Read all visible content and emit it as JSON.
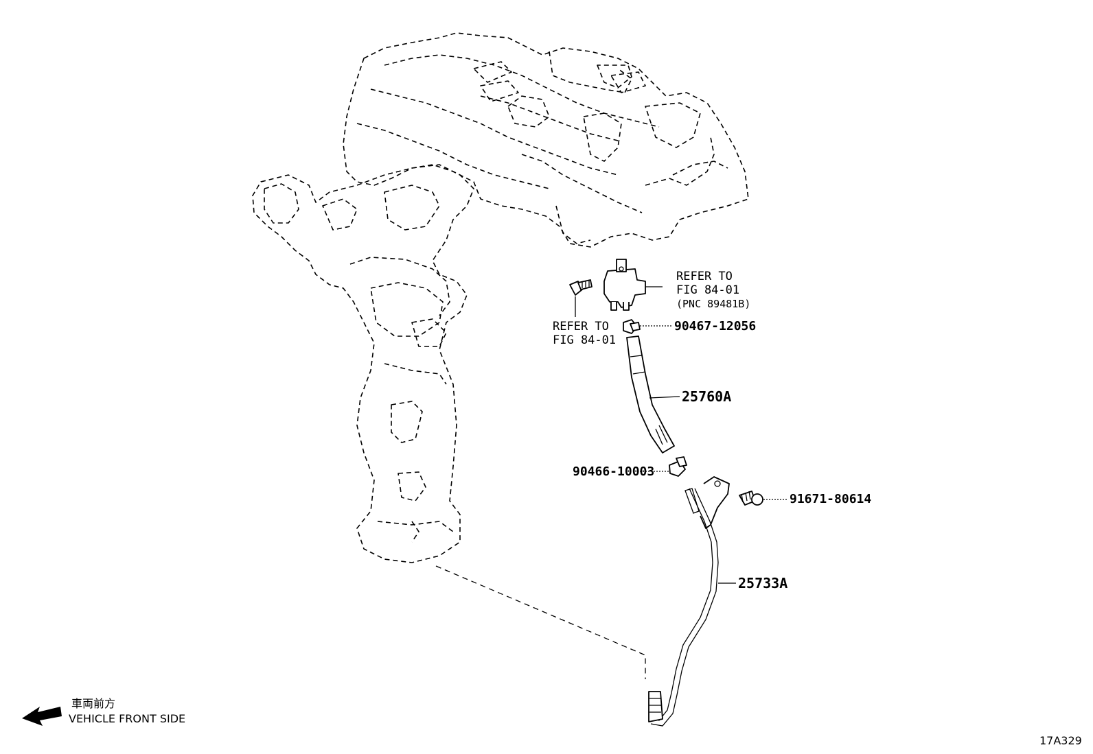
{
  "labels": {
    "refer_top_line1": "REFER TO",
    "refer_top_line2": "FIG 84-01",
    "refer_top_line3": "(PNC 89481B)",
    "refer_left_line1": "REFER TO",
    "refer_left_line2": "FIG 84-01",
    "part_clip_top": "90467-12056",
    "part_hose": "25760A",
    "part_clip_bottom": "90466-10003",
    "part_bolt": "91671-80614",
    "part_pipe": "25733A"
  },
  "legend": {
    "japanese": "車両前方",
    "english": "VEHICLE FRONT SIDE",
    "arrow_icon": "left-arrow-icon"
  },
  "figure_code": "17A329"
}
